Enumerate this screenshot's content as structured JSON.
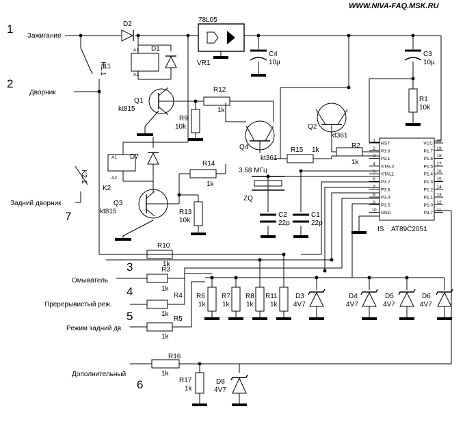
{
  "site_url": "WWW.NIVA-FAQ.MSK.RU",
  "terminals": [
    {
      "number": "1",
      "label": "Зажигание"
    },
    {
      "number": "2",
      "label": "Дворник"
    },
    {
      "number": "7",
      "label": "Задний дворник"
    },
    {
      "number": "3",
      "label": "Омыватель"
    },
    {
      "number": "4",
      "label": "Пререрывистый реж."
    },
    {
      "number": "5",
      "label": "Режим задний дв"
    },
    {
      "number": "6",
      "label": "Дополнительный"
    }
  ],
  "relays": {
    "k1": "K1",
    "k1_contact": "K1.1",
    "k2": "K2",
    "k2_contact": "K2.1",
    "a1": "A1",
    "a2": "A2"
  },
  "regulator": {
    "name": "78L05",
    "ref": "VR1"
  },
  "diodes": {
    "d1": "D1",
    "d2": "D2",
    "d7": "D7"
  },
  "transistors": {
    "q1": {
      "ref": "Q1",
      "type": "kt815"
    },
    "q2": {
      "ref": "Q2",
      "type": "kt361"
    },
    "q3": {
      "ref": "Q3",
      "type": "kt815"
    },
    "q4": {
      "ref": "Q4",
      "type": "kt361"
    }
  },
  "capacitors": {
    "c1": {
      "ref": "C1",
      "value": "22p"
    },
    "c2": {
      "ref": "C2",
      "value": "22p"
    },
    "c3": {
      "ref": "C3",
      "value": "10µ"
    },
    "c4": {
      "ref": "C4",
      "value": "10µ"
    }
  },
  "crystal": {
    "ref": "ZQ",
    "freq": "3.58 МГц"
  },
  "resistors": {
    "r1": {
      "ref": "R1",
      "value": "10k"
    },
    "r2": {
      "ref": "R2",
      "value": "1k"
    },
    "r3": {
      "ref": "R3",
      "value": "1k"
    },
    "r4": {
      "ref": "R4",
      "value": "1k"
    },
    "r5": {
      "ref": "R5",
      "value": "1k"
    },
    "r6": {
      "ref": "R6",
      "value": "1k"
    },
    "r7": {
      "ref": "R7",
      "value": "1k"
    },
    "r8": {
      "ref": "R8",
      "value": "1k"
    },
    "r9": {
      "ref": "R9",
      "value": "10k"
    },
    "r10": {
      "ref": "R10",
      "value": "1k"
    },
    "r11": {
      "ref": "R11",
      "value": "1k"
    },
    "r12": {
      "ref": "R12",
      "value": "1k"
    },
    "r13": {
      "ref": "R13",
      "value": "10k"
    },
    "r14": {
      "ref": "R14",
      "value": "1k"
    },
    "r15": {
      "ref": "R15",
      "value": "1k"
    },
    "r16": {
      "ref": "R16",
      "value": "1k"
    },
    "r17": {
      "ref": "R17",
      "value": "1k"
    }
  },
  "zeners": [
    {
      "ref": "D3",
      "value": "4V7"
    },
    {
      "ref": "D4",
      "value": "4V7"
    },
    {
      "ref": "D5",
      "value": "4V7"
    },
    {
      "ref": "D6",
      "value": "4V7"
    },
    {
      "ref": "D8",
      "value": "4V7"
    }
  ],
  "mcu": {
    "name": "AT89C2051",
    "prefix": "IS",
    "left_pins": [
      {
        "num": "1",
        "name": "RST"
      },
      {
        "num": "2",
        "name": "P3.0"
      },
      {
        "num": "3",
        "name": "P3.1"
      },
      {
        "num": "4",
        "name": "XTAL2"
      },
      {
        "num": "5",
        "name": "XTAL1"
      },
      {
        "num": "6",
        "name": "P3.2"
      },
      {
        "num": "7",
        "name": "P3.3"
      },
      {
        "num": "8",
        "name": "P3.4"
      },
      {
        "num": "9",
        "name": "P3.5"
      },
      {
        "num": "10",
        "name": "GND"
      }
    ],
    "right_pins": [
      {
        "num": "20",
        "name": "VCC"
      },
      {
        "num": "19",
        "name": "P1.7"
      },
      {
        "num": "18",
        "name": "P1.6"
      },
      {
        "num": "17",
        "name": "P1.5"
      },
      {
        "num": "16",
        "name": "P1.4"
      },
      {
        "num": "15",
        "name": "P1.3"
      },
      {
        "num": "14",
        "name": "P1.2"
      },
      {
        "num": "13",
        "name": "P1.1"
      },
      {
        "num": "12",
        "name": "P1.0"
      },
      {
        "num": "11",
        "name": "P3.7"
      }
    ]
  }
}
